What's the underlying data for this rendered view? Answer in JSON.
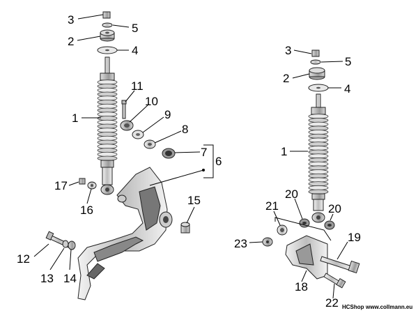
{
  "diagram": {
    "left_assembly": {
      "labels": [
        "3",
        "5",
        "2",
        "4",
        "1",
        "11",
        "10",
        "9",
        "8",
        "7",
        "6",
        "17",
        "16",
        "15",
        "12",
        "13",
        "14"
      ]
    },
    "right_assembly": {
      "labels": [
        "3",
        "5",
        "2",
        "4",
        "1",
        "20",
        "21",
        "20",
        "19",
        "23",
        "18",
        "22"
      ]
    },
    "footer": {
      "shop": "HCShop",
      "site": "www.collmann.eu"
    }
  }
}
